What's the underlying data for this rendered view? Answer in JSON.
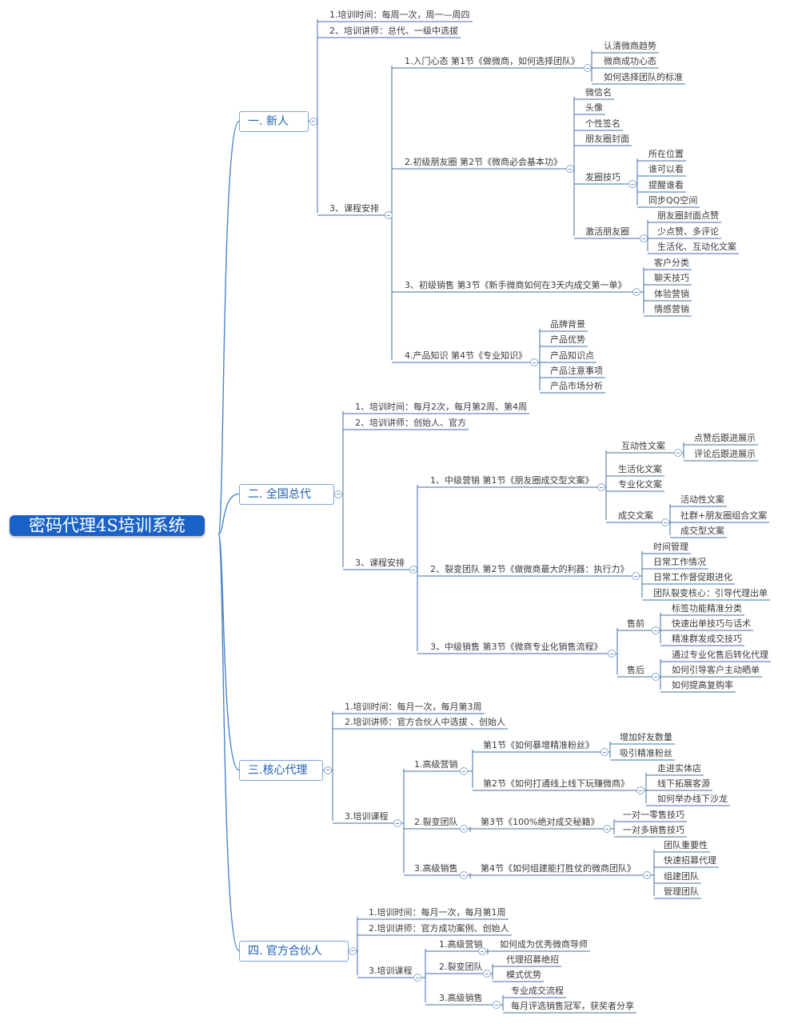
{
  "title": "密码代理4S培训系统",
  "sections": [
    {
      "label": "一. 新人",
      "items": [
        {
          "label": "1.培训时间：每周一次，周一—周四"
        },
        {
          "label": "2、培训讲师：总代、一级中选拔"
        },
        {
          "label": "3、课程安排",
          "children": [
            {
              "label": "1.入门心态 第1节《做微商，如何选择团队》",
              "children": [
                {
                  "label": "认清微商趋势"
                },
                {
                  "label": "微商成功心态"
                },
                {
                  "label": "如何选择团队的标准"
                }
              ]
            },
            {
              "label": "2.初级朋友圈 第2节《微商必会基本功》",
              "children": [
                {
                  "label": "微信名"
                },
                {
                  "label": "头像"
                },
                {
                  "label": "个性签名"
                },
                {
                  "label": "朋友圈封面"
                },
                {
                  "label": "发圈技巧",
                  "children": [
                    {
                      "label": "所在位置"
                    },
                    {
                      "label": "谁可以看"
                    },
                    {
                      "label": "提醒谁看"
                    },
                    {
                      "label": "同步QQ空间"
                    }
                  ]
                },
                {
                  "label": "激活朋友圈",
                  "children": [
                    {
                      "label": "朋友圈封面点赞"
                    },
                    {
                      "label": "少点赞、多评论"
                    },
                    {
                      "label": "生活化、互动化文案"
                    }
                  ]
                }
              ]
            },
            {
              "label": "3、初级销售  第3节《新手微商如何在3天内成交第一单》",
              "children": [
                {
                  "label": "客户分类"
                },
                {
                  "label": "聊天技巧"
                },
                {
                  "label": "体验营销"
                },
                {
                  "label": "情感营销"
                }
              ]
            },
            {
              "label": "4.产品知识  第4节《专业知识》",
              "children": [
                {
                  "label": "品牌背景"
                },
                {
                  "label": "产品优势"
                },
                {
                  "label": "产品知识点"
                },
                {
                  "label": "产品注意事项"
                },
                {
                  "label": "产品市场分析"
                }
              ]
            }
          ]
        }
      ]
    },
    {
      "label": "二. 全国总代",
      "items": [
        {
          "label": "1、培训时间：每月2次，每月第2周、第4周"
        },
        {
          "label": "2、培训讲师：创始人、官方"
        },
        {
          "label": "3、课程安排",
          "children": [
            {
              "label": "1、中级营销 第1节《朋友圈成交型文案》",
              "children": [
                {
                  "label": "互动性文案",
                  "children": [
                    {
                      "label": "点赞后跟进展示"
                    },
                    {
                      "label": "评论后跟进展示"
                    }
                  ]
                },
                {
                  "label": "生活化文案"
                },
                {
                  "label": "专业化文案"
                },
                {
                  "label": "成交文案",
                  "children": [
                    {
                      "label": "活动性文案"
                    },
                    {
                      "label": "社群+朋友圈组合文案"
                    },
                    {
                      "label": "成交型文案"
                    }
                  ]
                }
              ]
            },
            {
              "label": "2、裂变团队 第2节《做微商最大的利器：执行力》",
              "children": [
                {
                  "label": "时间管理"
                },
                {
                  "label": "日常工作情况"
                },
                {
                  "label": "日常工作督促跟进化"
                },
                {
                  "label": "团队裂变核心：引导代理出单"
                }
              ]
            },
            {
              "label": "3、中级销售 第3节《微商专业化销售流程》",
              "children": [
                {
                  "label": "售前",
                  "children": [
                    {
                      "label": "标签功能精准分类"
                    },
                    {
                      "label": "快速出单技巧与话术"
                    },
                    {
                      "label": "精准群发成交技巧"
                    }
                  ]
                },
                {
                  "label": "售后",
                  "children": [
                    {
                      "label": "通过专业化售后转化代理"
                    },
                    {
                      "label": "如何引导客户主动晒单"
                    },
                    {
                      "label": "如何提高复购率"
                    }
                  ]
                }
              ]
            }
          ]
        }
      ]
    },
    {
      "label": "三.核心代理",
      "items": [
        {
          "label": "1.培训时间：每月一次，每月第3周"
        },
        {
          "label": "2.培训讲师：官方合伙人中选拔 、创始人"
        },
        {
          "label": "3.培训课程",
          "children": [
            {
              "label": "1.高级营销",
              "children": [
                {
                  "label": "第1节《如何暴增精准粉丝》",
                  "children": [
                    {
                      "label": "增加好友数量"
                    },
                    {
                      "label": "吸引精准粉丝"
                    }
                  ]
                },
                {
                  "label": "第2节《如何打通线上线下玩赚微商》",
                  "children": [
                    {
                      "label": "走进实体店"
                    },
                    {
                      "label": "线下拓展客源"
                    },
                    {
                      "label": "如何举办线下沙龙"
                    }
                  ]
                }
              ]
            },
            {
              "label": "2.裂变团队",
              "children": [
                {
                  "label": "第3节《100%绝对成交秘籍》",
                  "children": [
                    {
                      "label": "一对一零售技巧"
                    },
                    {
                      "label": "一对多销售技巧"
                    }
                  ]
                }
              ]
            },
            {
              "label": "3.高级销售",
              "children": [
                {
                  "label": "第4节《如何组建能打胜仗的微商团队》",
                  "children": [
                    {
                      "label": "团队重要性"
                    },
                    {
                      "label": "快速招募代理"
                    },
                    {
                      "label": "组建团队"
                    },
                    {
                      "label": "管理团队"
                    }
                  ]
                }
              ]
            }
          ]
        }
      ]
    },
    {
      "label": "四. 官方合伙人",
      "items": [
        {
          "label": "1.培训时间：每月一次，每月第1周"
        },
        {
          "label": "2.培训讲师：官方成功案例、创始人"
        },
        {
          "label": "3.培训课程",
          "children": [
            {
              "label": "1.高级营销",
              "children": [
                {
                  "label": "如何成为优秀微商导师"
                }
              ]
            },
            {
              "label": "2.裂变团队",
              "children": [
                {
                  "label": "代理招募绝招"
                },
                {
                  "label": "模式优势"
                }
              ]
            },
            {
              "label": "3.高级销售",
              "children": [
                {
                  "label": "专业成交流程"
                },
                {
                  "label": "每月评选销售冠军，获奖者分享"
                }
              ]
            }
          ]
        }
      ]
    }
  ],
  "colors": {
    "root_fill": "#1a62c7",
    "branch": "#4b86c9",
    "line": "#3f6fa6",
    "text": "#3a3a3a"
  }
}
